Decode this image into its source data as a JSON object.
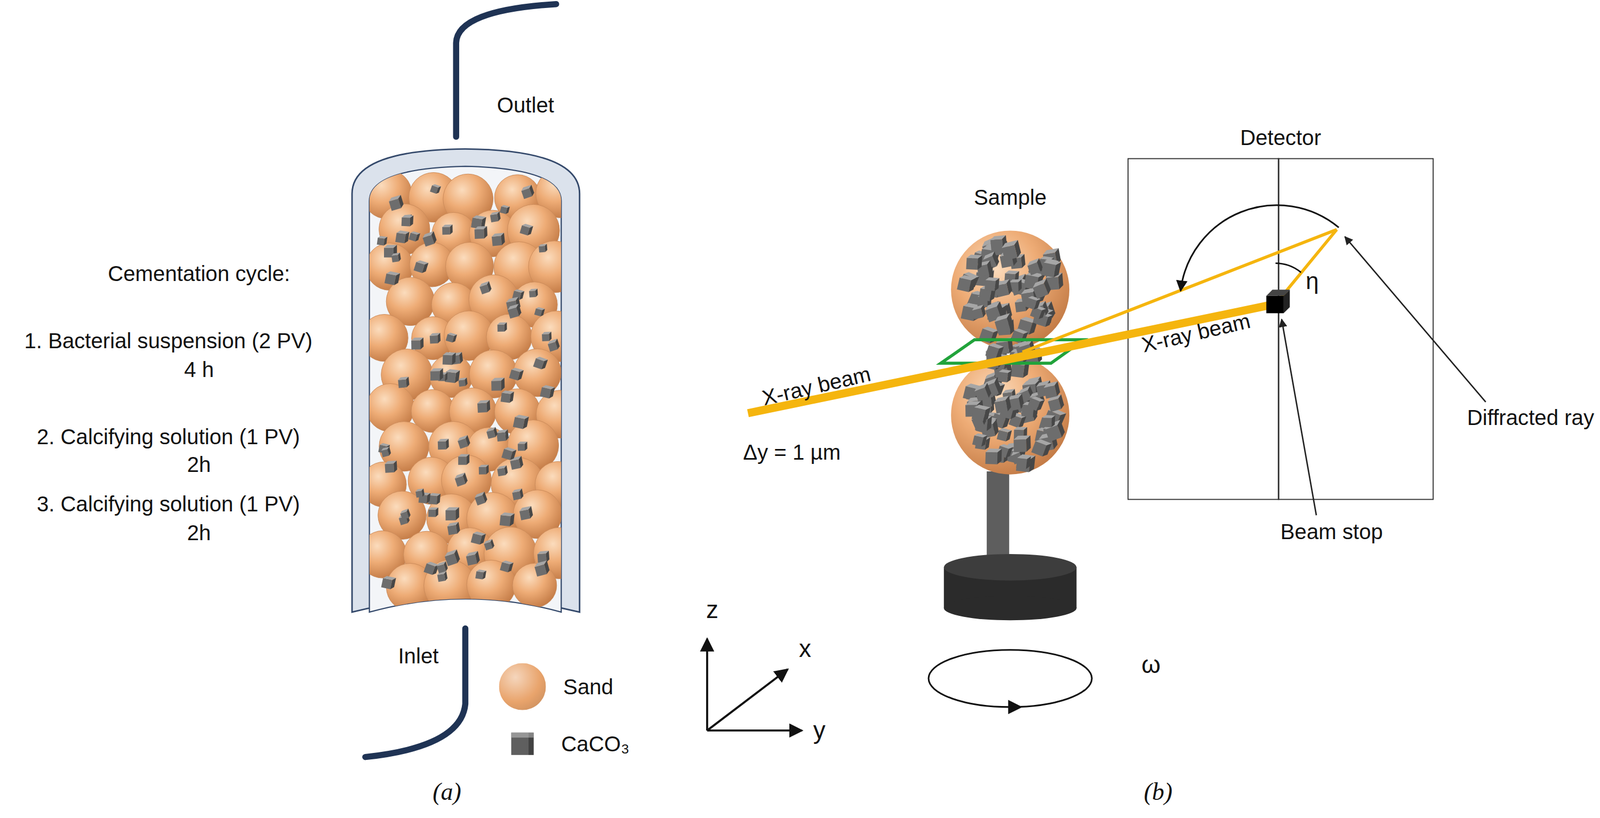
{
  "diagram": {
    "nodes": [
      {
        "text": [
          "Detector"
        ]
      }
    ],
    "labels": [
      "Outlet",
      "Cementation cycle:",
      "1. Bacterial suspension (2 PV)",
      "4 h",
      "2. Calcifying solution (1 PV)",
      "2h",
      "3. Calcifying solution (1 PV)",
      "2h",
      "Inlet",
      "z",
      "x",
      "y",
      "(a)",
      "Sample",
      "X-ray beam",
      "Δy = 1 µm",
      "X-ray beam",
      "η",
      "Diffracted ray",
      "Beam stop",
      "ω",
      "(b)"
    ],
    "legend": [
      {
        "text": "Sand",
        "color": "#e9a46c"
      },
      {
        "text": "CaCO₃",
        "color": "#5f5f5f"
      }
    ]
  }
}
